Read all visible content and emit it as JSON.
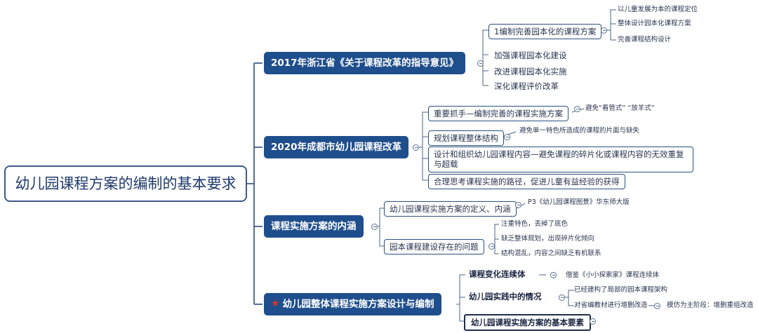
{
  "central": "幼儿园课程方案的编制的基本要求",
  "branch1": {
    "title": "2017年浙江省《关于课程改革的指导意见》",
    "sub1": "1编制完善园本化的课程方案",
    "sub1_leaves": [
      "以儿童发展为本的课程定位",
      "整体设计园本化课程方案",
      "完善课程结构设计"
    ],
    "items": [
      "加强课程园本化建设",
      "改进课程园本化实施",
      "深化课程评价改革"
    ]
  },
  "branch2": {
    "title": "2020年成都市幼儿园课程改革",
    "sub1": "重要抓手—编制完善的课程实施方案",
    "sub1_leaf": "避免“看管式” “放羊式”",
    "sub2": "规划课程整体结构",
    "sub2_leaf": "避免单一特色所造成的课程的片面与缺失",
    "sub3": "设计和组织幼儿园课程内容—避免课程的碎片化或课程内容的无效重复与超载",
    "sub4": "合理思考课程实施的路径，促进儿童有益经验的获得"
  },
  "branch3": {
    "title": "课程实施方案的内涵",
    "sub1": "幼儿园课程实施方案的定义、内涵",
    "sub1_leaf": "P3《幼儿园课程图景》华东师大版",
    "sub2": "园本课程建设存在的问题",
    "sub2_leaves": [
      "注重特色，丢掉了底色",
      "缺乏整体规划，出现碎片化倾向",
      "结构混乱，内容之间缺乏有机联系"
    ]
  },
  "branch4": {
    "title": "幼儿园整体课程实施方案设计与编制",
    "sub1": "课程变化连续体",
    "sub1_leaf": "借鉴《小小探索家》课程连续体",
    "sub2": "幼儿园实践中的情况",
    "sub2_leaf1": "已经建构了局部的园本课程架构",
    "sub2_leaf2": "对省编教材进行增删改造",
    "sub2_leaf2_child": "模仿为主阶段：增删重组改造",
    "sub3": "幼儿园课程实施方案的基本要素"
  }
}
